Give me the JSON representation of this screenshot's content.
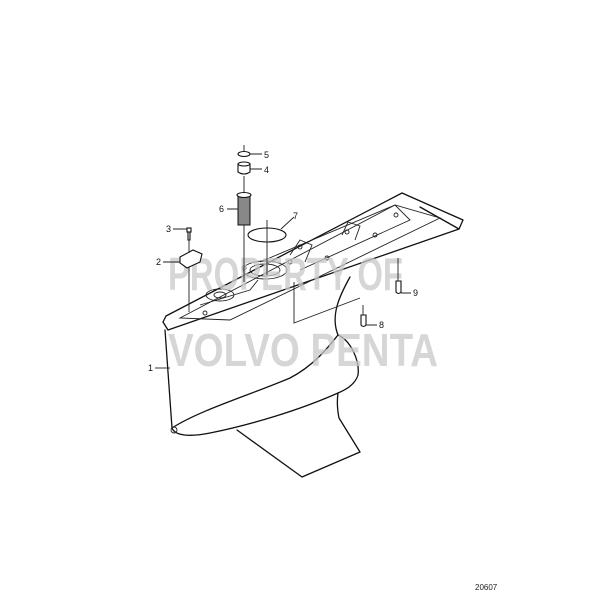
{
  "diagram": {
    "labels": {
      "p1": "1",
      "p2": "2",
      "p3": "3",
      "p4": "4",
      "p5": "5",
      "p6": "6",
      "p7": "7",
      "p8": "8",
      "p9": "9"
    },
    "watermark": {
      "line1": "PROPERTY OF",
      "line2": "VOLVO PENTA"
    },
    "reference_number": "20607"
  }
}
